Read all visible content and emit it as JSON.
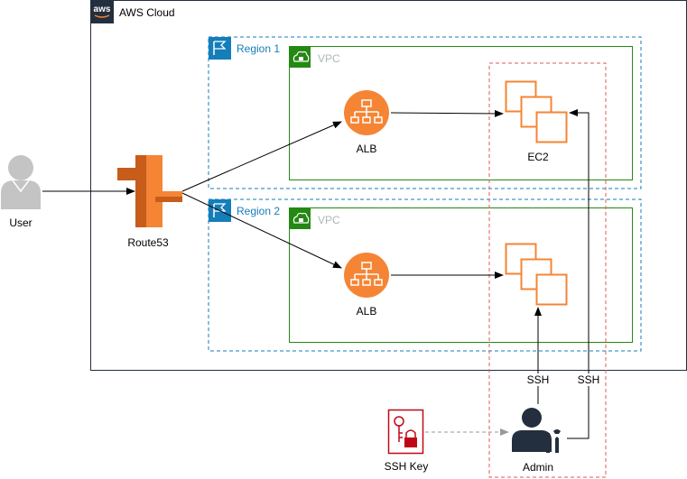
{
  "cloud": {
    "label": "AWS Cloud",
    "logo_text": "aws"
  },
  "regions": [
    {
      "label": "Region 1",
      "vpc_label": "VPC",
      "alb_label": "ALB",
      "ec2_label": "EC2"
    },
    {
      "label": "Region 2",
      "vpc_label": "VPC",
      "alb_label": "ALB",
      "ec2_label": ""
    }
  ],
  "user": {
    "label": "User"
  },
  "route53": {
    "label": "Route53"
  },
  "admin": {
    "label": "Admin"
  },
  "ssh_key": {
    "label": "SSH Key"
  },
  "ssh_labels": [
    "SSH",
    "SSH"
  ],
  "colors": {
    "region_border": "#147eba",
    "vpc_border": "#248814",
    "orange": "#f58534",
    "orange_dark": "#c75c1b",
    "ec2_orange": "#f58534",
    "ssh_key_red": "#bf0816",
    "admin_border": "#e05a5a",
    "user_gray": "#c4c4c4",
    "admin_dark": "#232f3e"
  }
}
